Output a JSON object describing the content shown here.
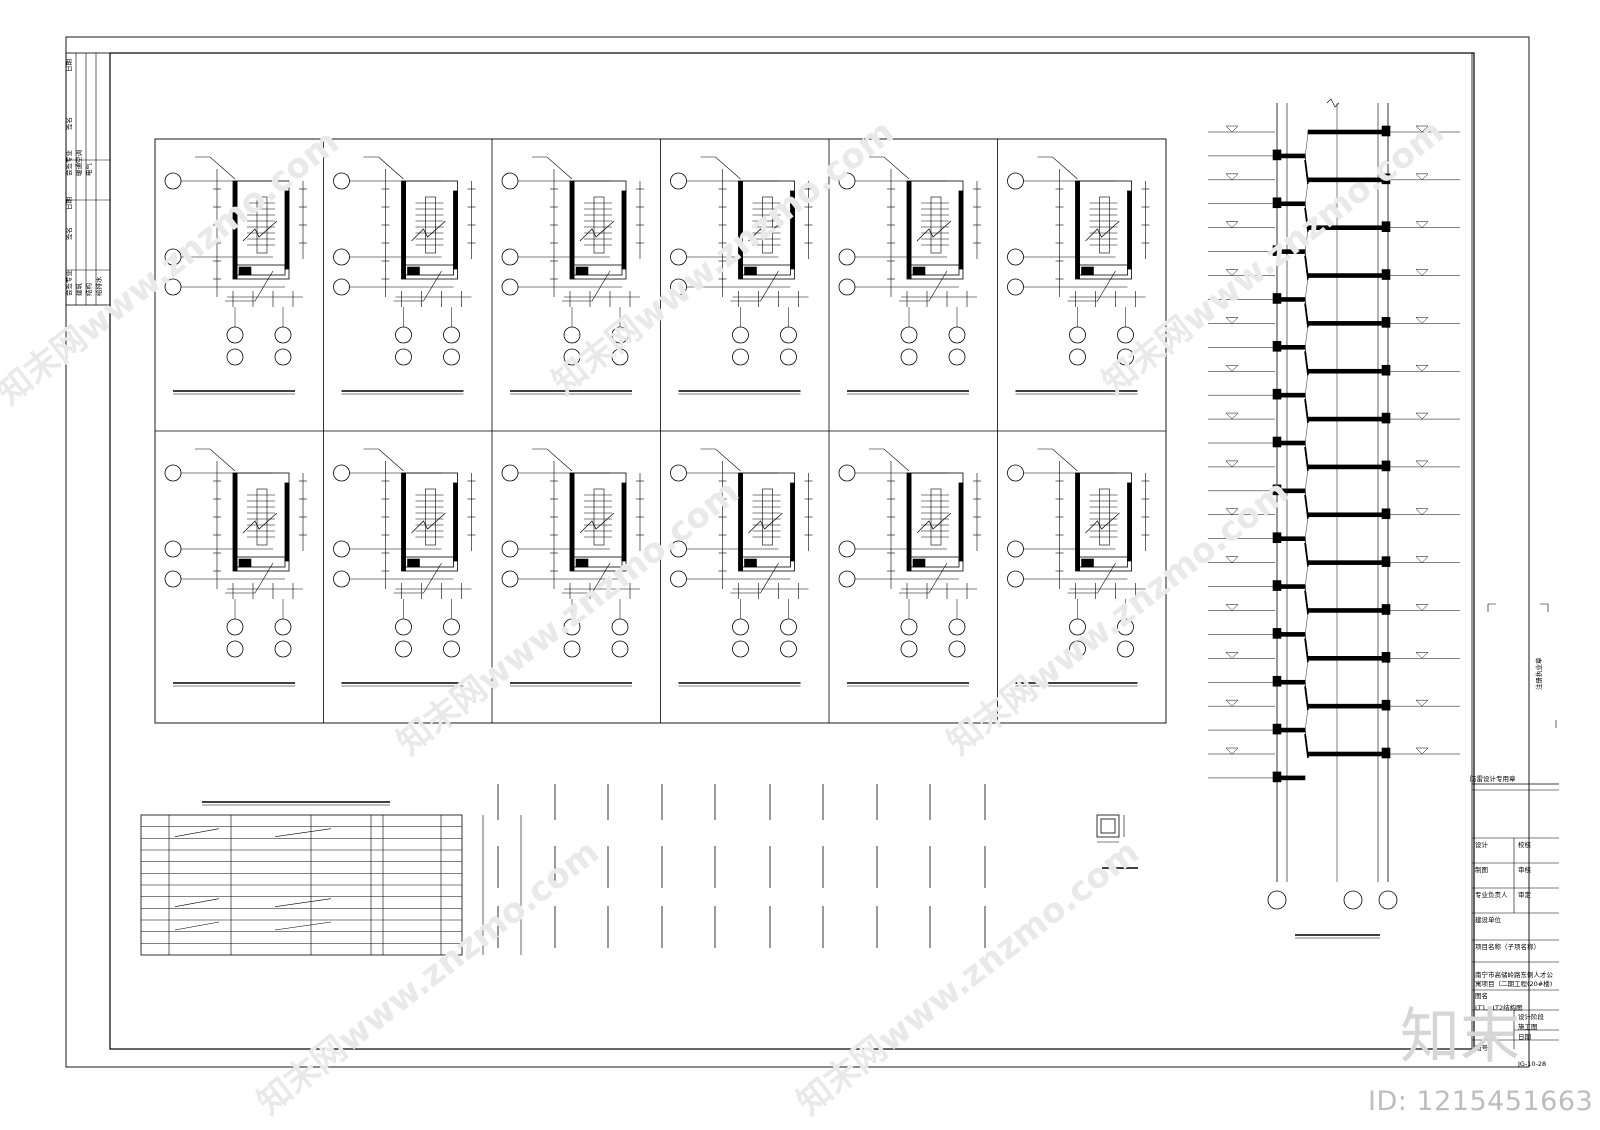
{
  "sheet": {
    "code": "JG-10-28",
    "stamp_label": "防雷设计专用章",
    "registered_label": "注册执业章"
  },
  "sign_strip": {
    "header": [
      "日期",
      "签名",
      "会签专业"
    ],
    "groups": [
      {
        "title": "会签专业",
        "rows": [
          "建筑",
          "结构",
          "给排水"
        ]
      },
      {
        "title": "会签专业",
        "rows": [
          "暖通空调",
          "电气",
          ""
        ]
      }
    ],
    "col_labels": [
      "签名",
      "日期"
    ]
  },
  "title_block": {
    "rows": [
      {
        "left": "设计",
        "right": "校核"
      },
      {
        "left": "制图",
        "right": "审核"
      },
      {
        "left": "专业负责人",
        "right": "审定"
      }
    ],
    "construction_unit": "建设单位",
    "project_name_label": "项目名称（子项名称）",
    "project_name": "南宁市高储岭路东侧人才公寓项目（二期工程(20#楼)",
    "drawing_name_label": "图名",
    "drawing_name": "LT1、LT2结构图",
    "design_stage_label": "设计阶段",
    "design_stage": "施工图",
    "drawing_no_label": "图号",
    "date_label": "日期"
  },
  "watermark": {
    "brand": "知末",
    "id_text": "ID: 1215451663",
    "repeat_text": "知末网www.znzmo.com"
  }
}
